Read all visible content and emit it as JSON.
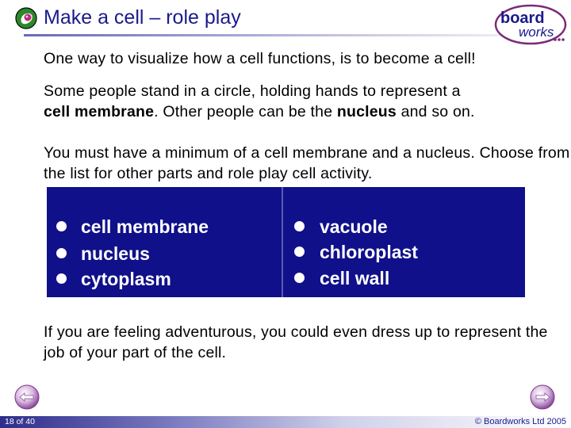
{
  "header": {
    "title": "Make a cell – role play",
    "icon": "cell-icon",
    "logo": {
      "word1": "board",
      "word2": "works",
      "icon": "boardworks-logo"
    }
  },
  "content": {
    "paragraph1": "One way to visualize how a cell functions, is to become a cell!",
    "paragraph2": {
      "part1": "Some people stand in a circle, holding hands to represent a",
      "part2": "cell membrane",
      "part3": ". Other people can be the ",
      "part4": "nucleus",
      "part5": " and so on."
    },
    "paragraph3": "You must have a minimum of a cell membrane and a nucleus. Choose from the list for other parts and role play cell activity.",
    "paragraph4": "If you are feeling adventurous, you could even dress up to represent the job of your part of the cell."
  },
  "parts_table": {
    "left": [
      "cell membrane",
      "nucleus",
      "cytoplasm"
    ],
    "right": [
      "vacuole",
      "chloroplast",
      "cell wall"
    ]
  },
  "footer": {
    "slide_counter": "18 of 40",
    "copyright": "© Boardworks Ltd 2005",
    "prev_icon": "prev-arrow-icon",
    "next_icon": "next-arrow-icon"
  },
  "colors": {
    "title": "#1a1a8c",
    "table_bg": "#10108a",
    "logo_text": "#1a1a8c",
    "logo_accent": "#7a2a7a"
  }
}
